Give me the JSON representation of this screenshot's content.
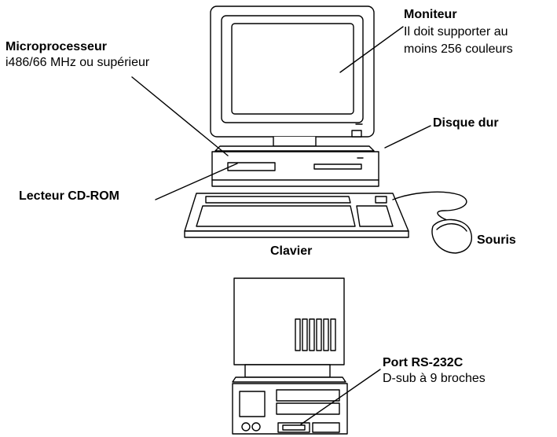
{
  "labels": {
    "monitor": {
      "title": "Moniteur",
      "line1": "Il doit supporter au",
      "line2": "moins 256 couleurs"
    },
    "cpu": {
      "title": "Microprocesseur",
      "desc": "i486/66 MHz ou supérieur"
    },
    "hard_disk": {
      "title": "Disque dur"
    },
    "cdrom": {
      "title": "Lecteur CD-ROM"
    },
    "mouse": {
      "title": "Souris"
    },
    "keyboard": {
      "title": "Clavier"
    },
    "serial_port": {
      "title": "Port RS-232C",
      "desc": "D-sub à 9 broches"
    }
  },
  "colors": {
    "stroke": "#000000",
    "fill": "#ffffff",
    "shade": "#d8d8d8"
  }
}
